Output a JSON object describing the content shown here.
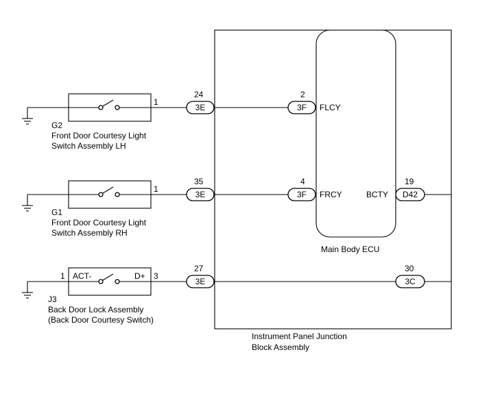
{
  "switches": [
    {
      "ref": "G2",
      "name_line1": "Front Door Courtesy Light",
      "name_line2": "Switch Assembly LH",
      "pin": "1",
      "ground_pin": "",
      "left_label": "",
      "right_label": ""
    },
    {
      "ref": "G1",
      "name_line1": "Front Door Courtesy Light",
      "name_line2": "Switch Assembly RH",
      "pin": "1",
      "ground_pin": "",
      "left_label": "",
      "right_label": ""
    },
    {
      "ref": "J3",
      "name_line1": "Back Door Lock Assembly",
      "name_line2": "(Back Door Courtesy Switch)",
      "pin": "3",
      "ground_pin": "1",
      "left_label": "ACT-",
      "right_label": "D+"
    }
  ],
  "junction_connectors": [
    {
      "pin": "24",
      "connector": "3E"
    },
    {
      "pin": "35",
      "connector": "3E"
    },
    {
      "pin": "27",
      "connector": "3E"
    }
  ],
  "ecu_connectors": [
    {
      "pin": "2",
      "connector": "3F",
      "signal": "FLCY"
    },
    {
      "pin": "4",
      "connector": "3F",
      "signal": "FRCY"
    }
  ],
  "bcty": {
    "signal": "BCTY",
    "pin": "19",
    "connector": "D42"
  },
  "return_connector": {
    "pin": "30",
    "connector": "3C"
  },
  "main_body_ecu": {
    "label": "Main Body ECU"
  },
  "junction_block": {
    "label_line1": "Instrument Panel Junction",
    "label_line2": "Block Assembly"
  },
  "colors": {
    "line": "#000000",
    "background": "#ffffff"
  }
}
